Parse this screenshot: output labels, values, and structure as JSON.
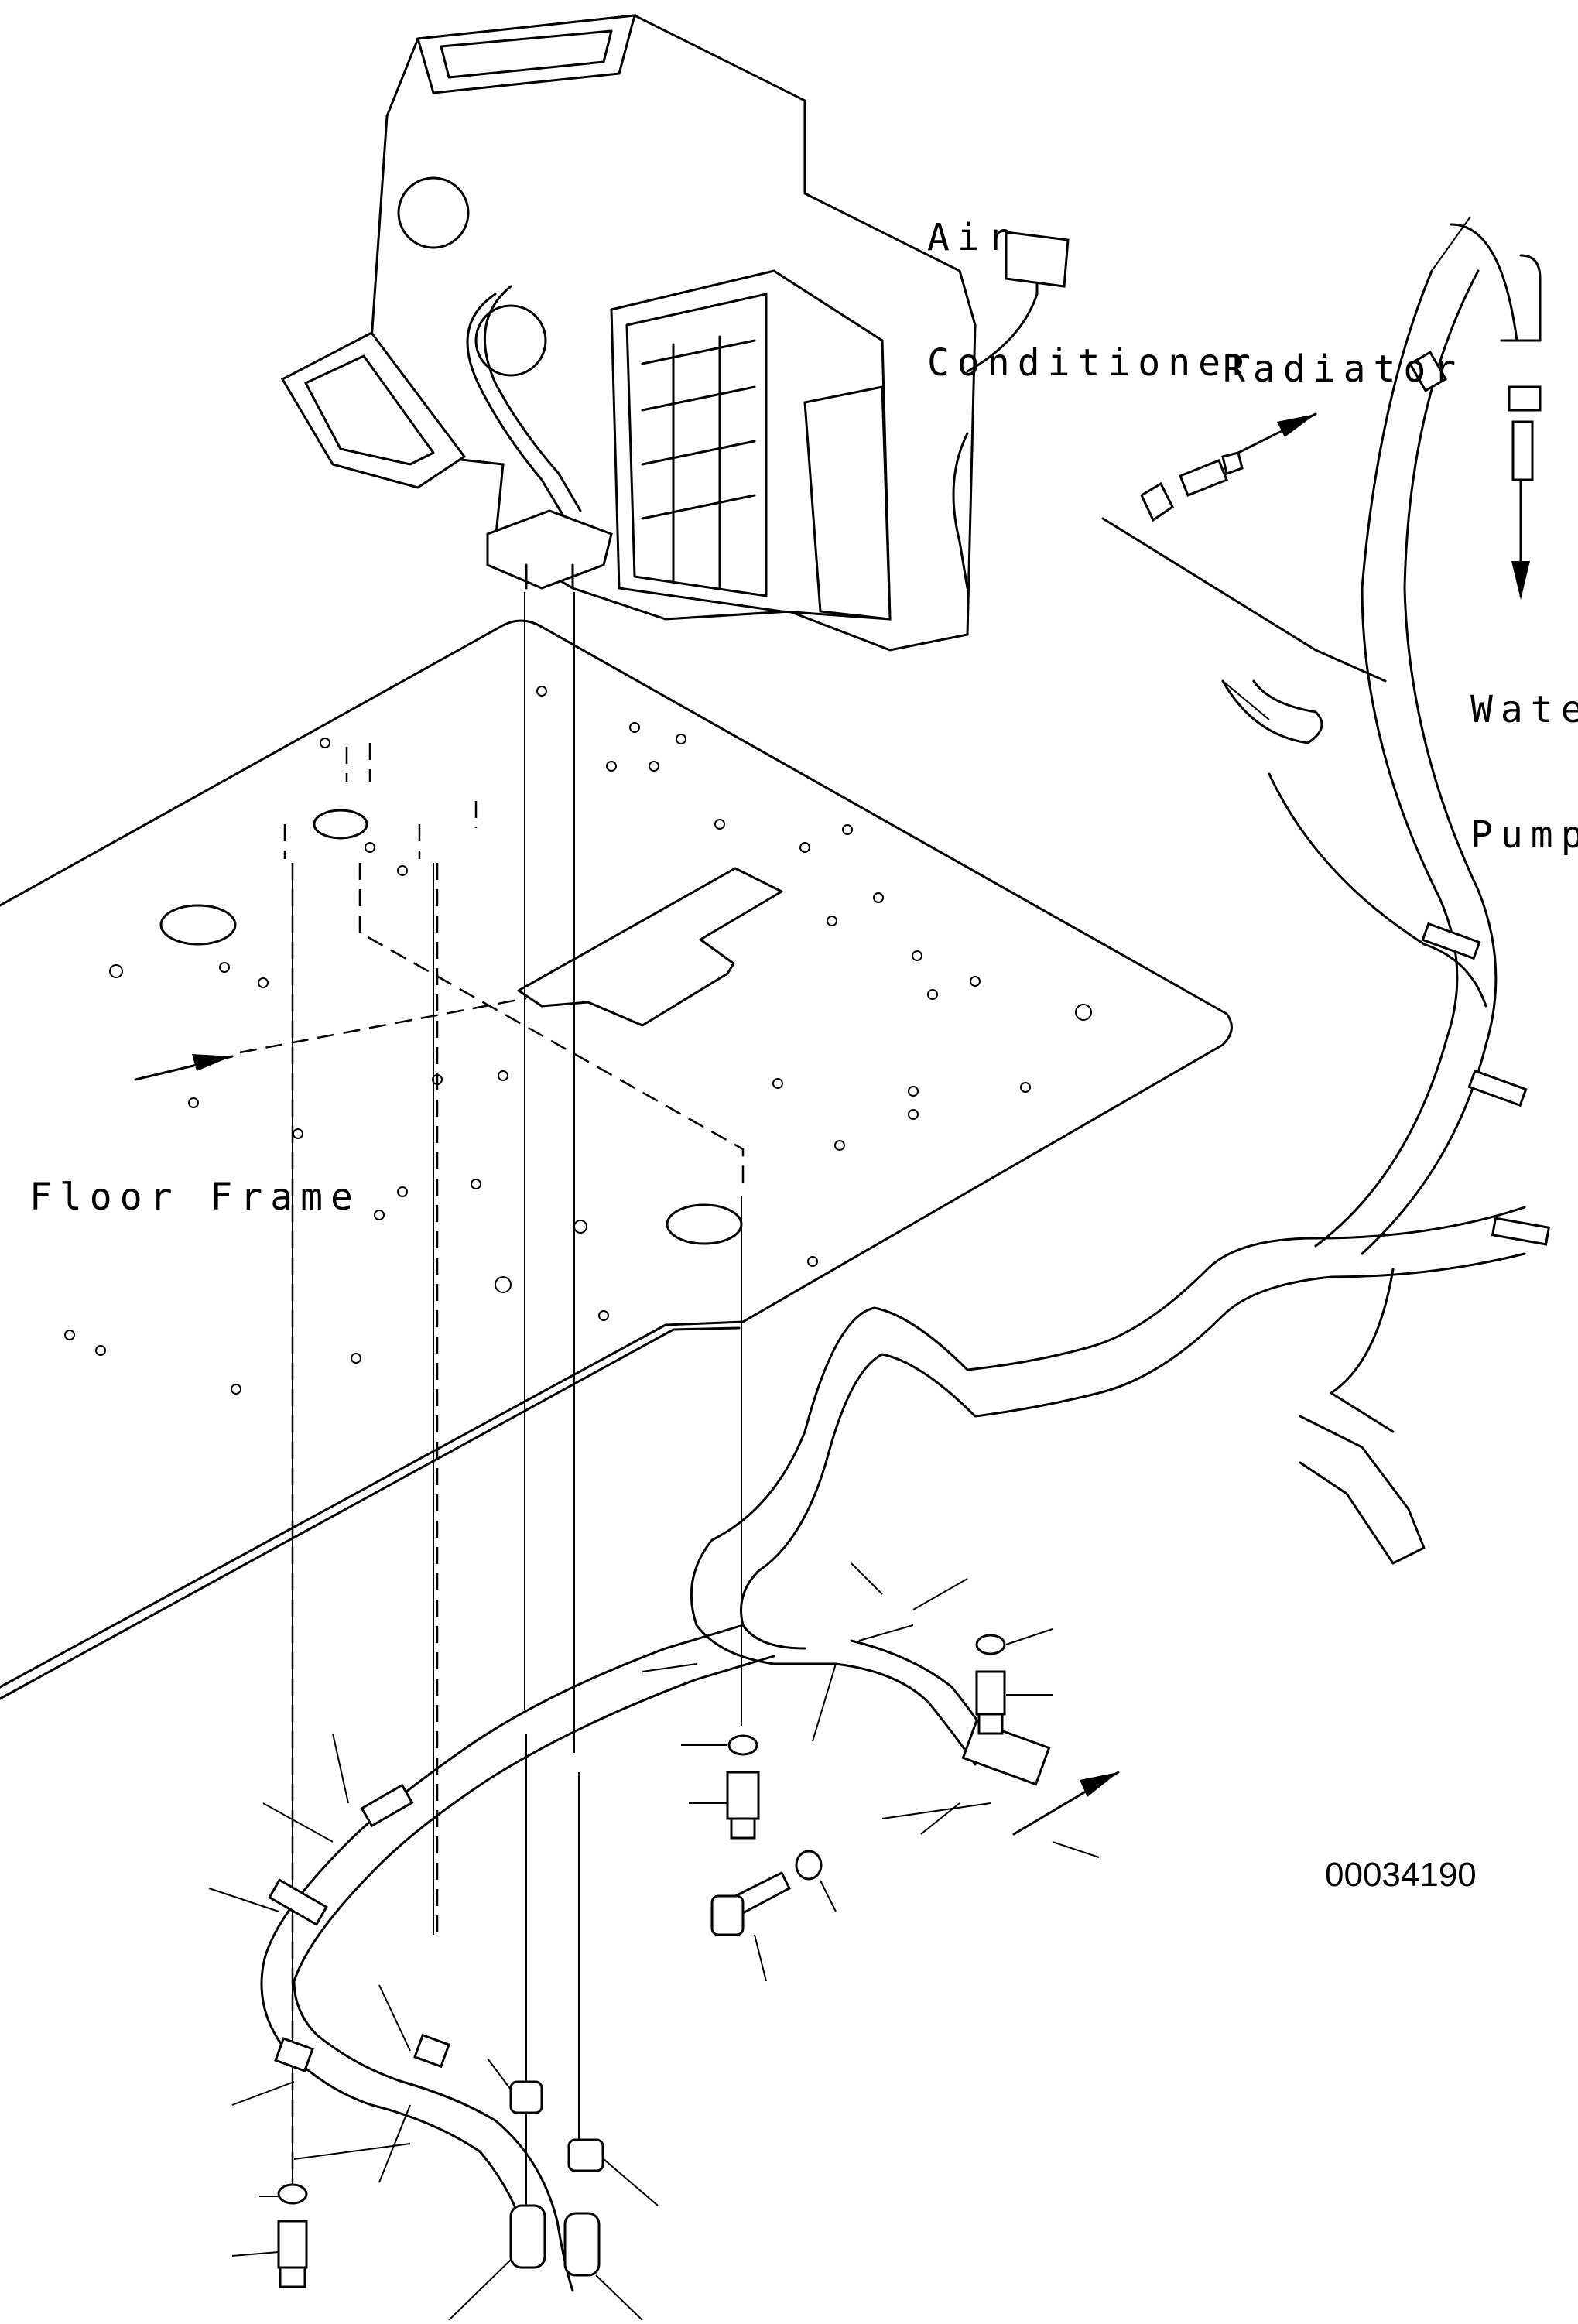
{
  "labels": {
    "air_conditioner": [
      "Air",
      "Conditioner"
    ],
    "radiator": "Radiator",
    "water_pump": [
      "Water",
      "Pump"
    ],
    "floor_frame": "Floor Frame",
    "part_number": "00034190"
  },
  "colors": {
    "ink": "#000000",
    "paper": "#ffffff"
  }
}
